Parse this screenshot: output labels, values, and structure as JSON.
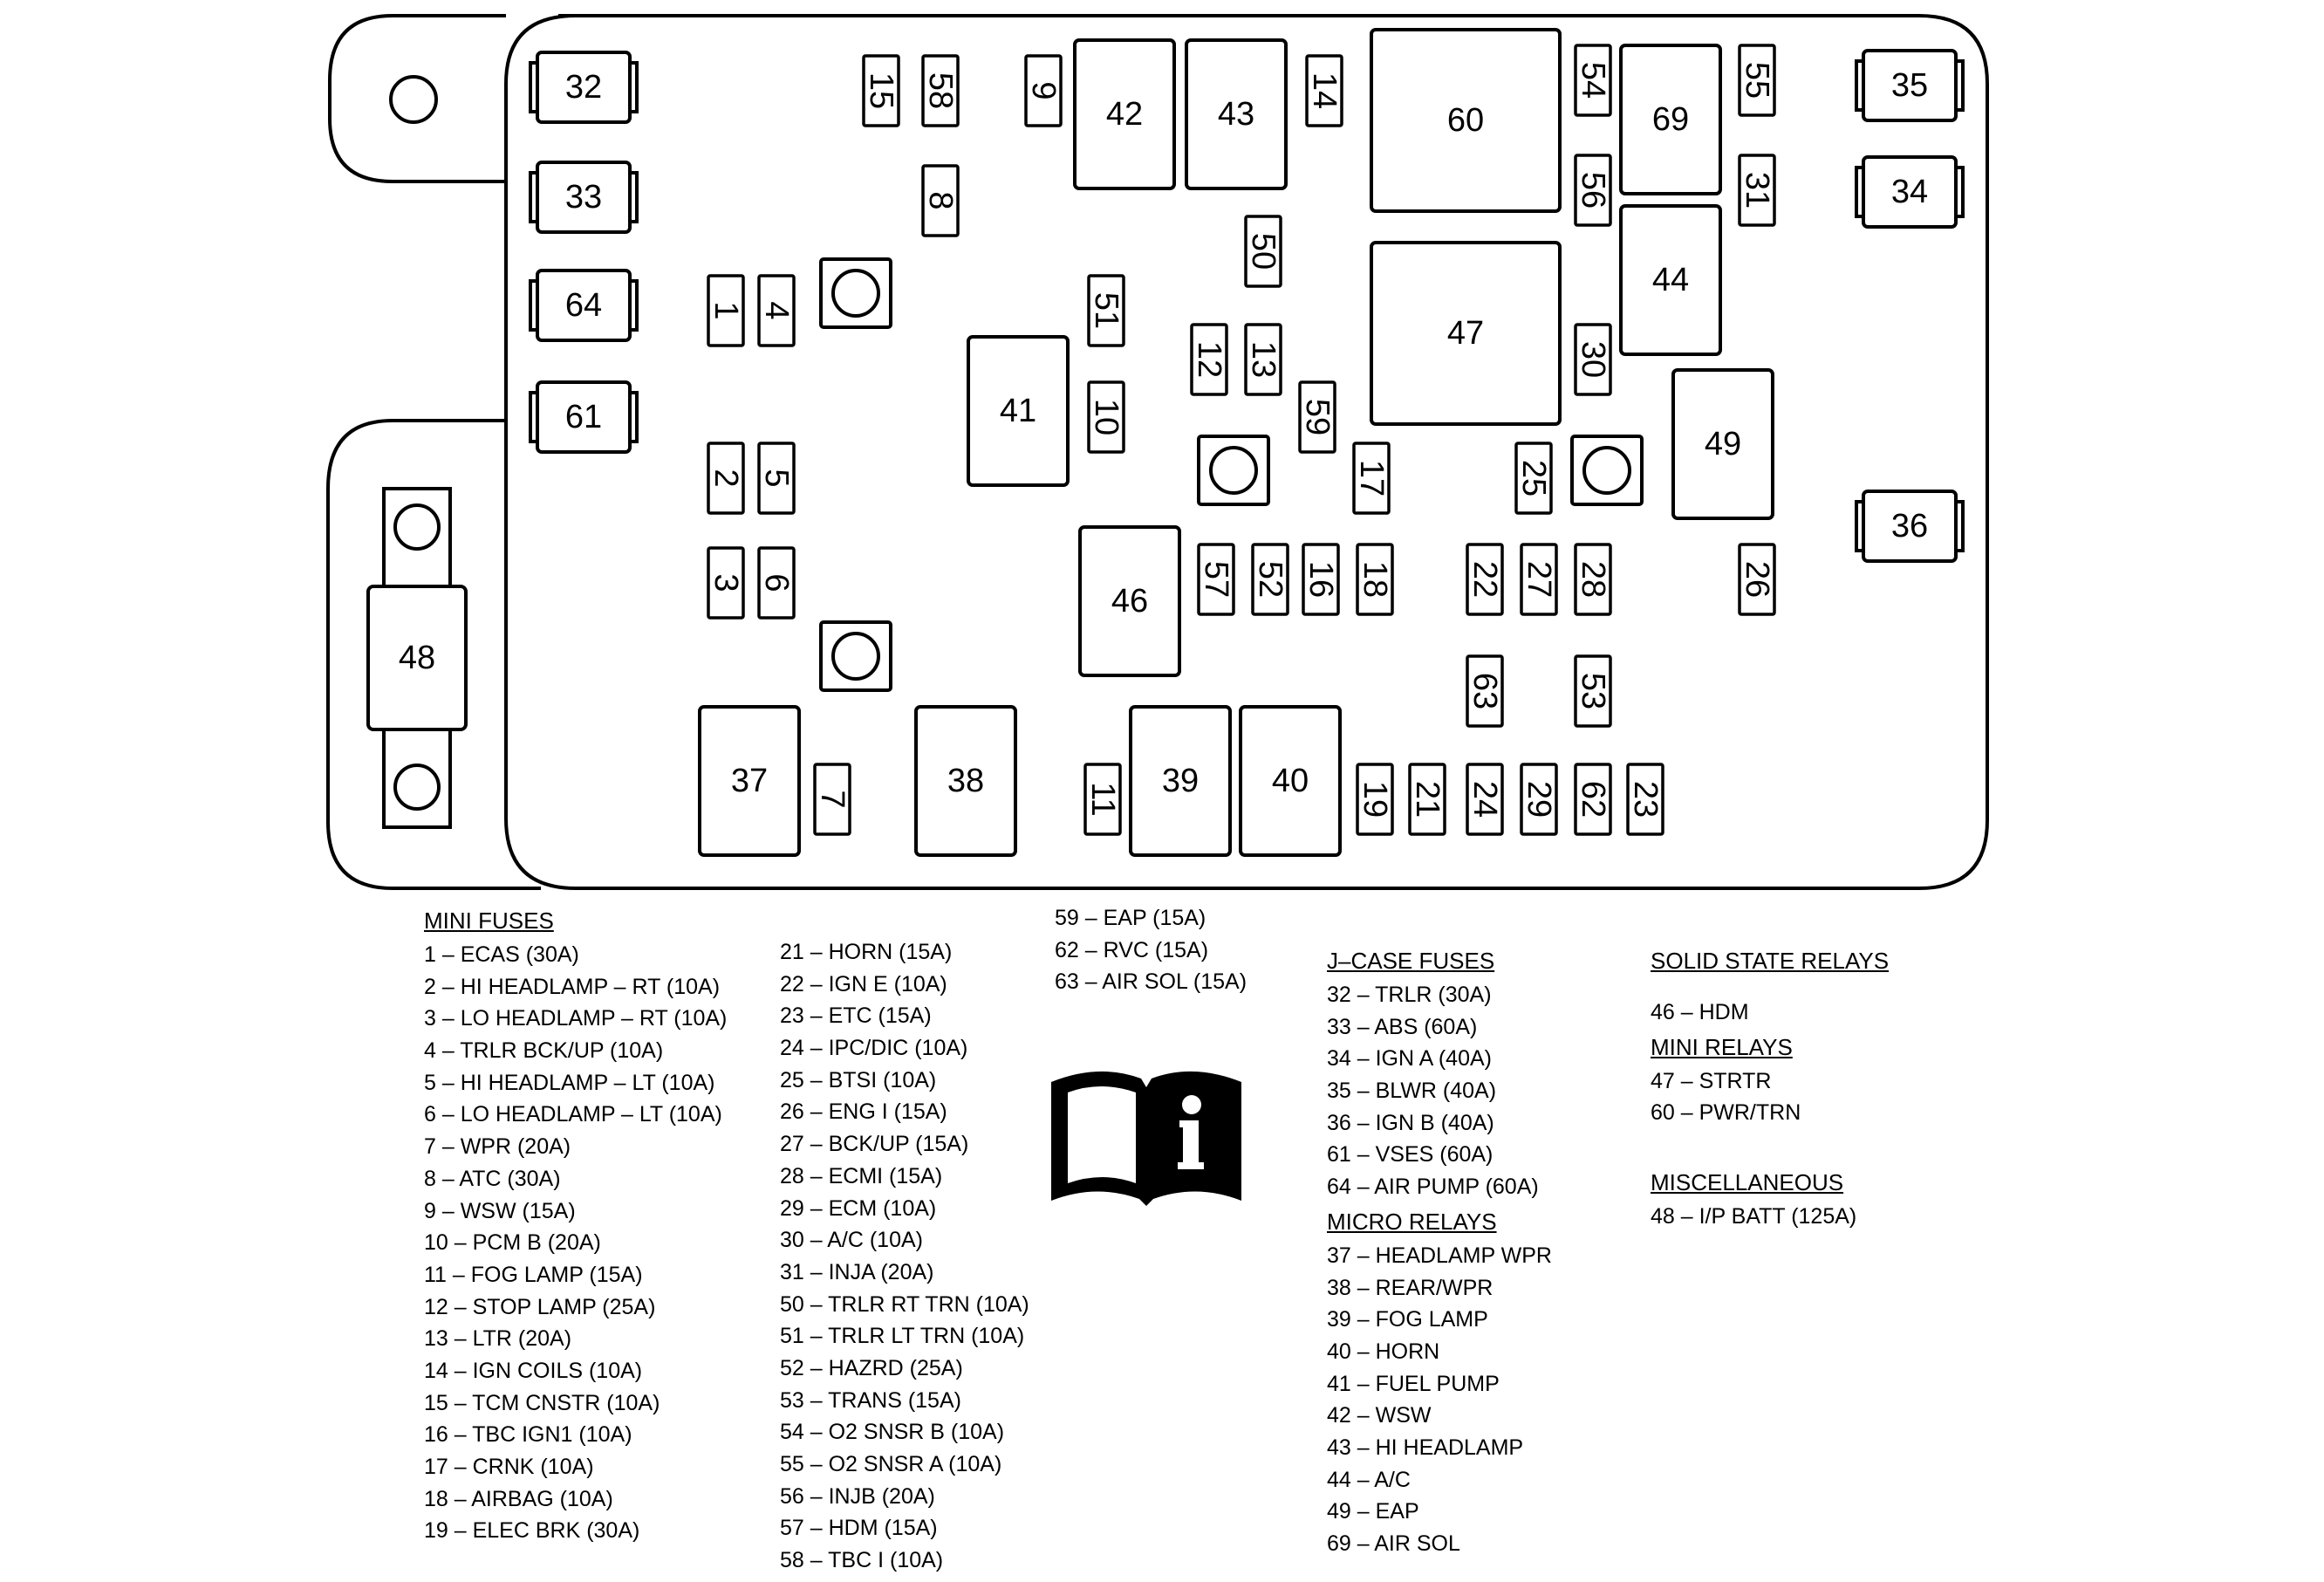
{
  "fuse_block": {
    "components": [
      {
        "label": "32",
        "shape": "wing"
      },
      {
        "label": "33",
        "shape": "wing"
      },
      {
        "label": "64",
        "shape": "wing"
      },
      {
        "label": "61",
        "shape": "wing"
      },
      {
        "label": "35",
        "shape": "wing"
      },
      {
        "label": "34",
        "shape": "wing"
      },
      {
        "label": "36",
        "shape": "wing"
      },
      {
        "label": "15",
        "shape": "mini",
        "rotated": true
      },
      {
        "label": "58",
        "shape": "mini",
        "rotated": true
      },
      {
        "label": "9",
        "shape": "mini",
        "rotated": true
      },
      {
        "label": "14",
        "shape": "mini",
        "rotated": true
      },
      {
        "label": "8",
        "shape": "mini",
        "rotated": true
      },
      {
        "label": "54",
        "shape": "mini",
        "rotated": true
      },
      {
        "label": "56",
        "shape": "mini",
        "rotated": true
      },
      {
        "label": "55",
        "shape": "mini",
        "rotated": true
      },
      {
        "label": "31",
        "shape": "mini",
        "rotated": true
      },
      {
        "label": "50",
        "shape": "mini",
        "rotated": true
      },
      {
        "label": "1",
        "shape": "mini",
        "rotated": true
      },
      {
        "label": "4",
        "shape": "mini",
        "rotated": true
      },
      {
        "label": "51",
        "shape": "mini",
        "rotated": true
      },
      {
        "label": "12",
        "shape": "mini",
        "rotated": true
      },
      {
        "label": "13",
        "shape": "mini",
        "rotated": true
      },
      {
        "label": "10",
        "shape": "mini",
        "rotated": true
      },
      {
        "label": "59",
        "shape": "mini",
        "rotated": true
      },
      {
        "label": "30",
        "shape": "mini",
        "rotated": true
      },
      {
        "label": "2",
        "shape": "mini",
        "rotated": true
      },
      {
        "label": "5",
        "shape": "mini",
        "rotated": true
      },
      {
        "label": "17",
        "shape": "mini",
        "rotated": true
      },
      {
        "label": "25",
        "shape": "mini",
        "rotated": true
      },
      {
        "label": "3",
        "shape": "mini",
        "rotated": true
      },
      {
        "label": "6",
        "shape": "mini",
        "rotated": true
      },
      {
        "label": "57",
        "shape": "mini",
        "rotated": true
      },
      {
        "label": "52",
        "shape": "mini",
        "rotated": true
      },
      {
        "label": "16",
        "shape": "mini",
        "rotated": true
      },
      {
        "label": "18",
        "shape": "mini",
        "rotated": true
      },
      {
        "label": "22",
        "shape": "mini",
        "rotated": true
      },
      {
        "label": "27",
        "shape": "mini",
        "rotated": true
      },
      {
        "label": "28",
        "shape": "mini",
        "rotated": true
      },
      {
        "label": "26",
        "shape": "mini",
        "rotated": true
      },
      {
        "label": "63",
        "shape": "mini",
        "rotated": true
      },
      {
        "label": "53",
        "shape": "mini",
        "rotated": true
      },
      {
        "label": "7",
        "shape": "mini",
        "rotated": true
      },
      {
        "label": "11",
        "shape": "mini",
        "rotated": true
      },
      {
        "label": "19",
        "shape": "mini",
        "rotated": true
      },
      {
        "label": "21",
        "shape": "mini",
        "rotated": true
      },
      {
        "label": "24",
        "shape": "mini",
        "rotated": true
      },
      {
        "label": "29",
        "shape": "mini",
        "rotated": true
      },
      {
        "label": "62",
        "shape": "mini",
        "rotated": true
      },
      {
        "label": "23",
        "shape": "mini",
        "rotated": true
      },
      {
        "label": "42",
        "shape": "relay"
      },
      {
        "label": "43",
        "shape": "relay"
      },
      {
        "label": "41",
        "shape": "relay"
      },
      {
        "label": "46",
        "shape": "relay"
      },
      {
        "label": "37",
        "shape": "relay"
      },
      {
        "label": "38",
        "shape": "relay"
      },
      {
        "label": "39",
        "shape": "relay"
      },
      {
        "label": "40",
        "shape": "relay"
      },
      {
        "label": "44",
        "shape": "relay"
      },
      {
        "label": "49",
        "shape": "relay"
      },
      {
        "label": "69",
        "shape": "relay"
      },
      {
        "label": "60",
        "shape": "large-relay"
      },
      {
        "label": "47",
        "shape": "large-relay"
      },
      {
        "label": "48",
        "shape": "maxi-fuse"
      }
    ]
  },
  "legend": {
    "columns": [
      {
        "header": "MINI FUSES",
        "items": [
          "1 – ECAS (30A)",
          "2 – HI HEADLAMP – RT (10A)",
          "3 – LO HEADLAMP – RT (10A)",
          "4 – TRLR BCK/UP (10A)",
          "5 – HI HEADLAMP – LT (10A)",
          "6 – LO HEADLAMP – LT (10A)",
          "7 – WPR (20A)",
          "8 – ATC (30A)",
          "9 – WSW (15A)",
          "10 – PCM B (20A)",
          "11 – FOG LAMP (15A)",
          "12 – STOP LAMP (25A)",
          "13 – LTR (20A)",
          "14 – IGN COILS (10A)",
          "15 – TCM CNSTR (10A)",
          "16 – TBC IGN1 (10A)",
          "17 – CRNK (10A)",
          "18 – AIRBAG (10A)",
          "19 – ELEC BRK (30A)"
        ]
      },
      {
        "items": [
          "21 – HORN (15A)",
          "22 – IGN E (10A)",
          "23 – ETC (15A)",
          "24 – IPC/DIC (10A)",
          "25 – BTSI (10A)",
          "26 – ENG I (15A)",
          "27 – BCK/UP (15A)",
          "28 – ECMI (15A)",
          "29 – ECM (10A)",
          "30 – A/C (10A)",
          "31 – INJA (20A)",
          "50 – TRLR RT TRN (10A)",
          "51 – TRLR LT TRN (10A)",
          "52 – HAZRD (25A)",
          "53 – TRANS (15A)",
          "54 – O2 SNSR B (10A)",
          "55 – O2 SNSR A (10A)",
          "56 – INJB (20A)",
          "57 – HDM (15A)",
          "58 – TBC I (10A)"
        ]
      },
      {
        "items": [
          "59 – EAP (15A)",
          "62 – RVC (15A)",
          "63 – AIR SOL (15A)"
        ]
      },
      {
        "sections": [
          {
            "header": "J–CASE FUSES",
            "items": [
              "32 – TRLR (30A)",
              "33 – ABS (60A)",
              "34 – IGN A (40A)",
              "35 – BLWR (40A)",
              "36 – IGN B (40A)",
              "61 – VSES (60A)",
              "64 – AIR PUMP (60A)"
            ]
          },
          {
            "header": "MICRO RELAYS",
            "items": [
              "37 – HEADLAMP WPR",
              "38 – REAR/WPR",
              "39 – FOG LAMP",
              "40 – HORN",
              "41 – FUEL PUMP",
              "42 – WSW",
              "43 – HI HEADLAMP",
              "44 – A/C",
              "49 – EAP",
              "69 – AIR SOL"
            ]
          }
        ]
      },
      {
        "sections": [
          {
            "header": "SOLID STATE RELAYS",
            "items": [
              "46 – HDM"
            ]
          },
          {
            "header": "MINI RELAYS",
            "items": [
              "47 – STRTR",
              "60 – PWR/TRN"
            ]
          },
          {
            "header": "MISCELLANEOUS",
            "items": [
              "48 – I/P BATT (125A)"
            ]
          }
        ]
      }
    ]
  },
  "icons": {
    "info_book": "owner-manual-info-icon"
  },
  "colors": {
    "line": "#000000",
    "background": "#ffffff"
  }
}
